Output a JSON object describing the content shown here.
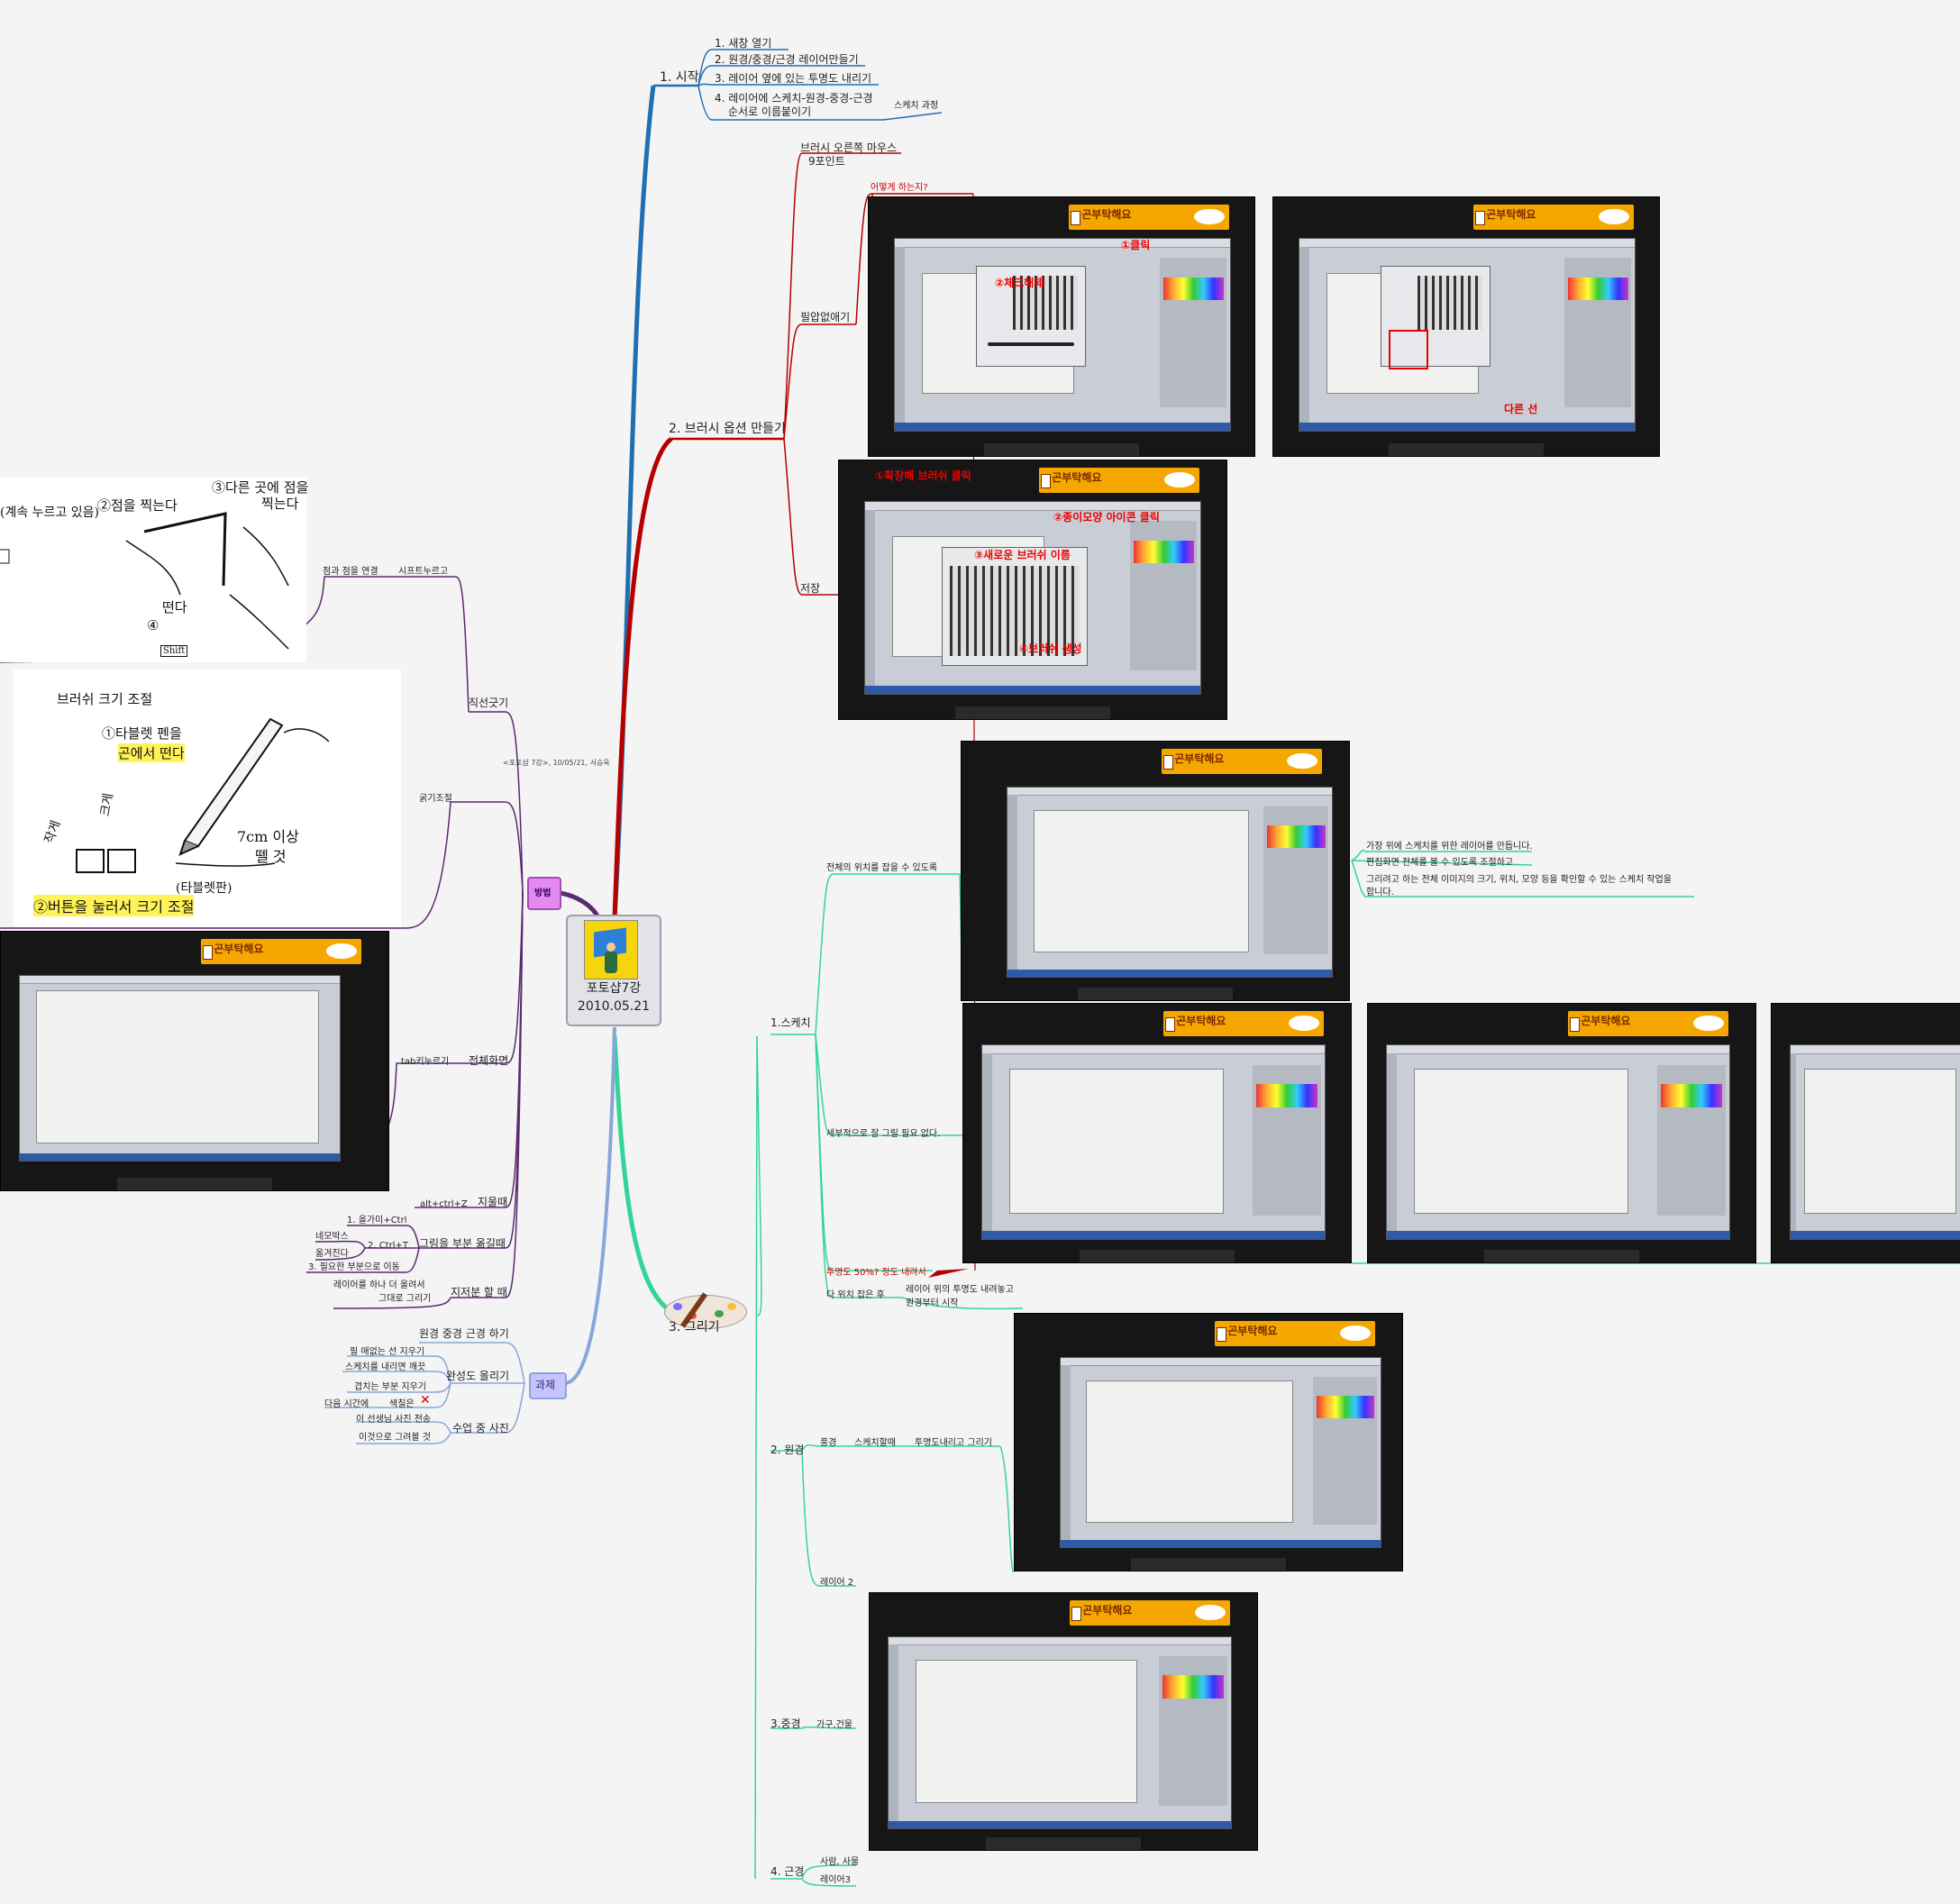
{
  "central": {
    "title": "포토샵7강",
    "date": "2010.05.21"
  },
  "colors": {
    "start": "#1f6fb2",
    "brush": "#b50000",
    "draw": "#33d49a",
    "method": "#5b2a6e",
    "task": "#8aa6d8",
    "badge": "#e28af2",
    "task_badge": "#c7c3ff"
  },
  "start": {
    "title": "1. 시작",
    "items": [
      "1. 새창 열기",
      "2. 원경/중경/근경 레이어만들기",
      "3. 레이어 옆에 있는 투명도 내리기",
      "4. 레이어에 스케치-원경-중경-근경",
      "순서로 이름붙이기"
    ],
    "sub": "스케치 과정"
  },
  "brush": {
    "title": "2. 브러시 옵션 만들기",
    "items": [
      "브러시 오른쪽 마우스",
      "9포인트",
      "필압없애기",
      "저장"
    ],
    "note": "어떻게 하는지?",
    "red_marks": [
      "①클릭",
      "②체크해제",
      "다른 선",
      "①확장해 브러쉬 클릭",
      "②종이모양 아이콘 클릭",
      "③새로운 브러쉬 이름",
      "④브러쉬 생성"
    ]
  },
  "draw": {
    "title": "3. 그리기",
    "sketch": "1.스케치",
    "sketch_items": [
      "전체의 위치를 잡을 수 있도록",
      "세부적으로 잘 그릴 필요 없다.",
      "투명도 50%? 정도 내려서",
      "다 위치 잡은 후"
    ],
    "sketch_notes": [
      "가장 위에 스케치를 위한 레이어를 만듭니다.",
      "편집화면 전체를 볼 수 있도록 조절하고",
      "그리려고 하는 전체 이미지의 크기, 위치, 모양 등을 확인할 수 있는 스케치 작업을",
      "합니다."
    ],
    "after_note": [
      "레이어 위의 투명도 내려놓고",
      "원경부터 시작"
    ],
    "far": "2. 원경",
    "far_items": [
      "풍경",
      "스케치할때",
      "투명도내리고 그리기",
      "레이어 2"
    ],
    "mid": "3.중경",
    "mid_items": [
      "가구,건물"
    ],
    "near": "4. 근경",
    "near_items": [
      "사람, 사물",
      "레이어3"
    ]
  },
  "method": {
    "badge": "방법",
    "reference": "<포토샵 7강>, 10/05/21, 서승욱",
    "line": "직선긋기",
    "line_items": [
      "점과 점을 연결",
      "시프트누르고"
    ],
    "size": "굵기조절",
    "full": "전체화면",
    "full_items": [
      "tab키누르기"
    ],
    "erase": "지울때",
    "erase_items": [
      "alt+ctrl+Z"
    ],
    "move": "그림을 부분 옮길때",
    "move_items": [
      "1. 올가미+Ctrl",
      "네모박스",
      "옮겨진다",
      "2. Ctrl+T",
      "3. 필요한 부분으로 이동"
    ],
    "messy": "지저분 할 때",
    "messy_items": [
      "레이어를 하나 더 올려서",
      "그대로 그리기"
    ]
  },
  "task": {
    "badge": "과제",
    "items": [
      "원경 중경 근경 하기",
      "완성도 올리기",
      "수업 중 사진"
    ],
    "complete_items": [
      "필 매없는 선 지우기",
      "스케치를 내리면 깨끗",
      "겹치는 부분 지우기",
      "다음 시간에",
      "색칠은",
      "✕"
    ],
    "photo_items": [
      "이 선생님 사진 전송",
      "이것으로 그려볼 것"
    ]
  },
  "sheet1": {
    "lines": [
      "(계속 누르고 있음)",
      "②점을 찍는다",
      "③다른 곳에 점을",
      "찍는다",
      "④",
      "떤다",
      "Shift"
    ]
  },
  "sheet2": {
    "title": "브러쉬 크기 조절",
    "lines": [
      "①타블렛 펜을",
      "곤에서 떤다",
      "작게",
      "크게",
      "7cm 이상",
      "뗄 것",
      "(타블렛판)",
      "②버튼을 눌러서 크기 조절"
    ]
  },
  "monitor": {
    "banner": "곤부탁해요"
  }
}
